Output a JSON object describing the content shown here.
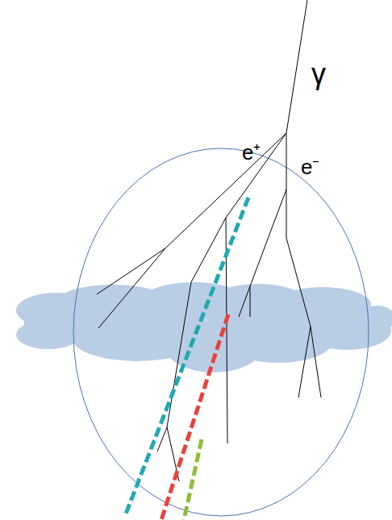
{
  "diagram": {
    "labels": [
      "γ",
      "e⁺",
      "e⁻"
    ]
  }
}
